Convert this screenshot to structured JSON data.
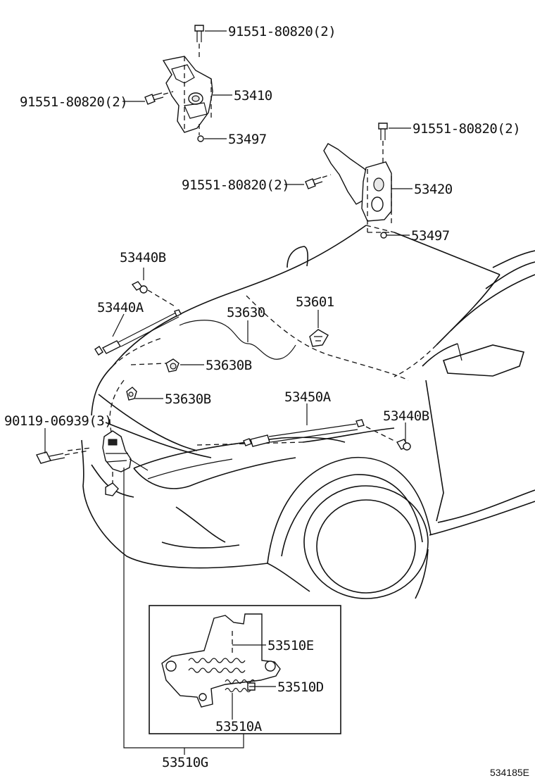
{
  "callouts": {
    "bolt_top_r1": "91551-80820(2)",
    "bolt_top_l1": "91551-80820(2)",
    "hinge_lh": "53410",
    "stopper_1": "53497",
    "bolt_top_r2": "91551-80820(2)",
    "bolt_top_l2": "91551-80820(2)",
    "hinge_rh": "53420",
    "stopper_2": "53497",
    "stay_bracket_a": "53440B",
    "support_lh": "53440A",
    "cable": "53630",
    "insulator": "53601",
    "clamp_1": "53630B",
    "clamp_2": "53630B",
    "support_rh": "53450A",
    "stay_bracket_b": "53440B",
    "screw": "90119-06939(3)",
    "lock_spring_e": "53510E",
    "lock_spring_d": "53510D",
    "lock_a": "53510A",
    "lock_assy": "53510G"
  },
  "figure_id": "534185E"
}
